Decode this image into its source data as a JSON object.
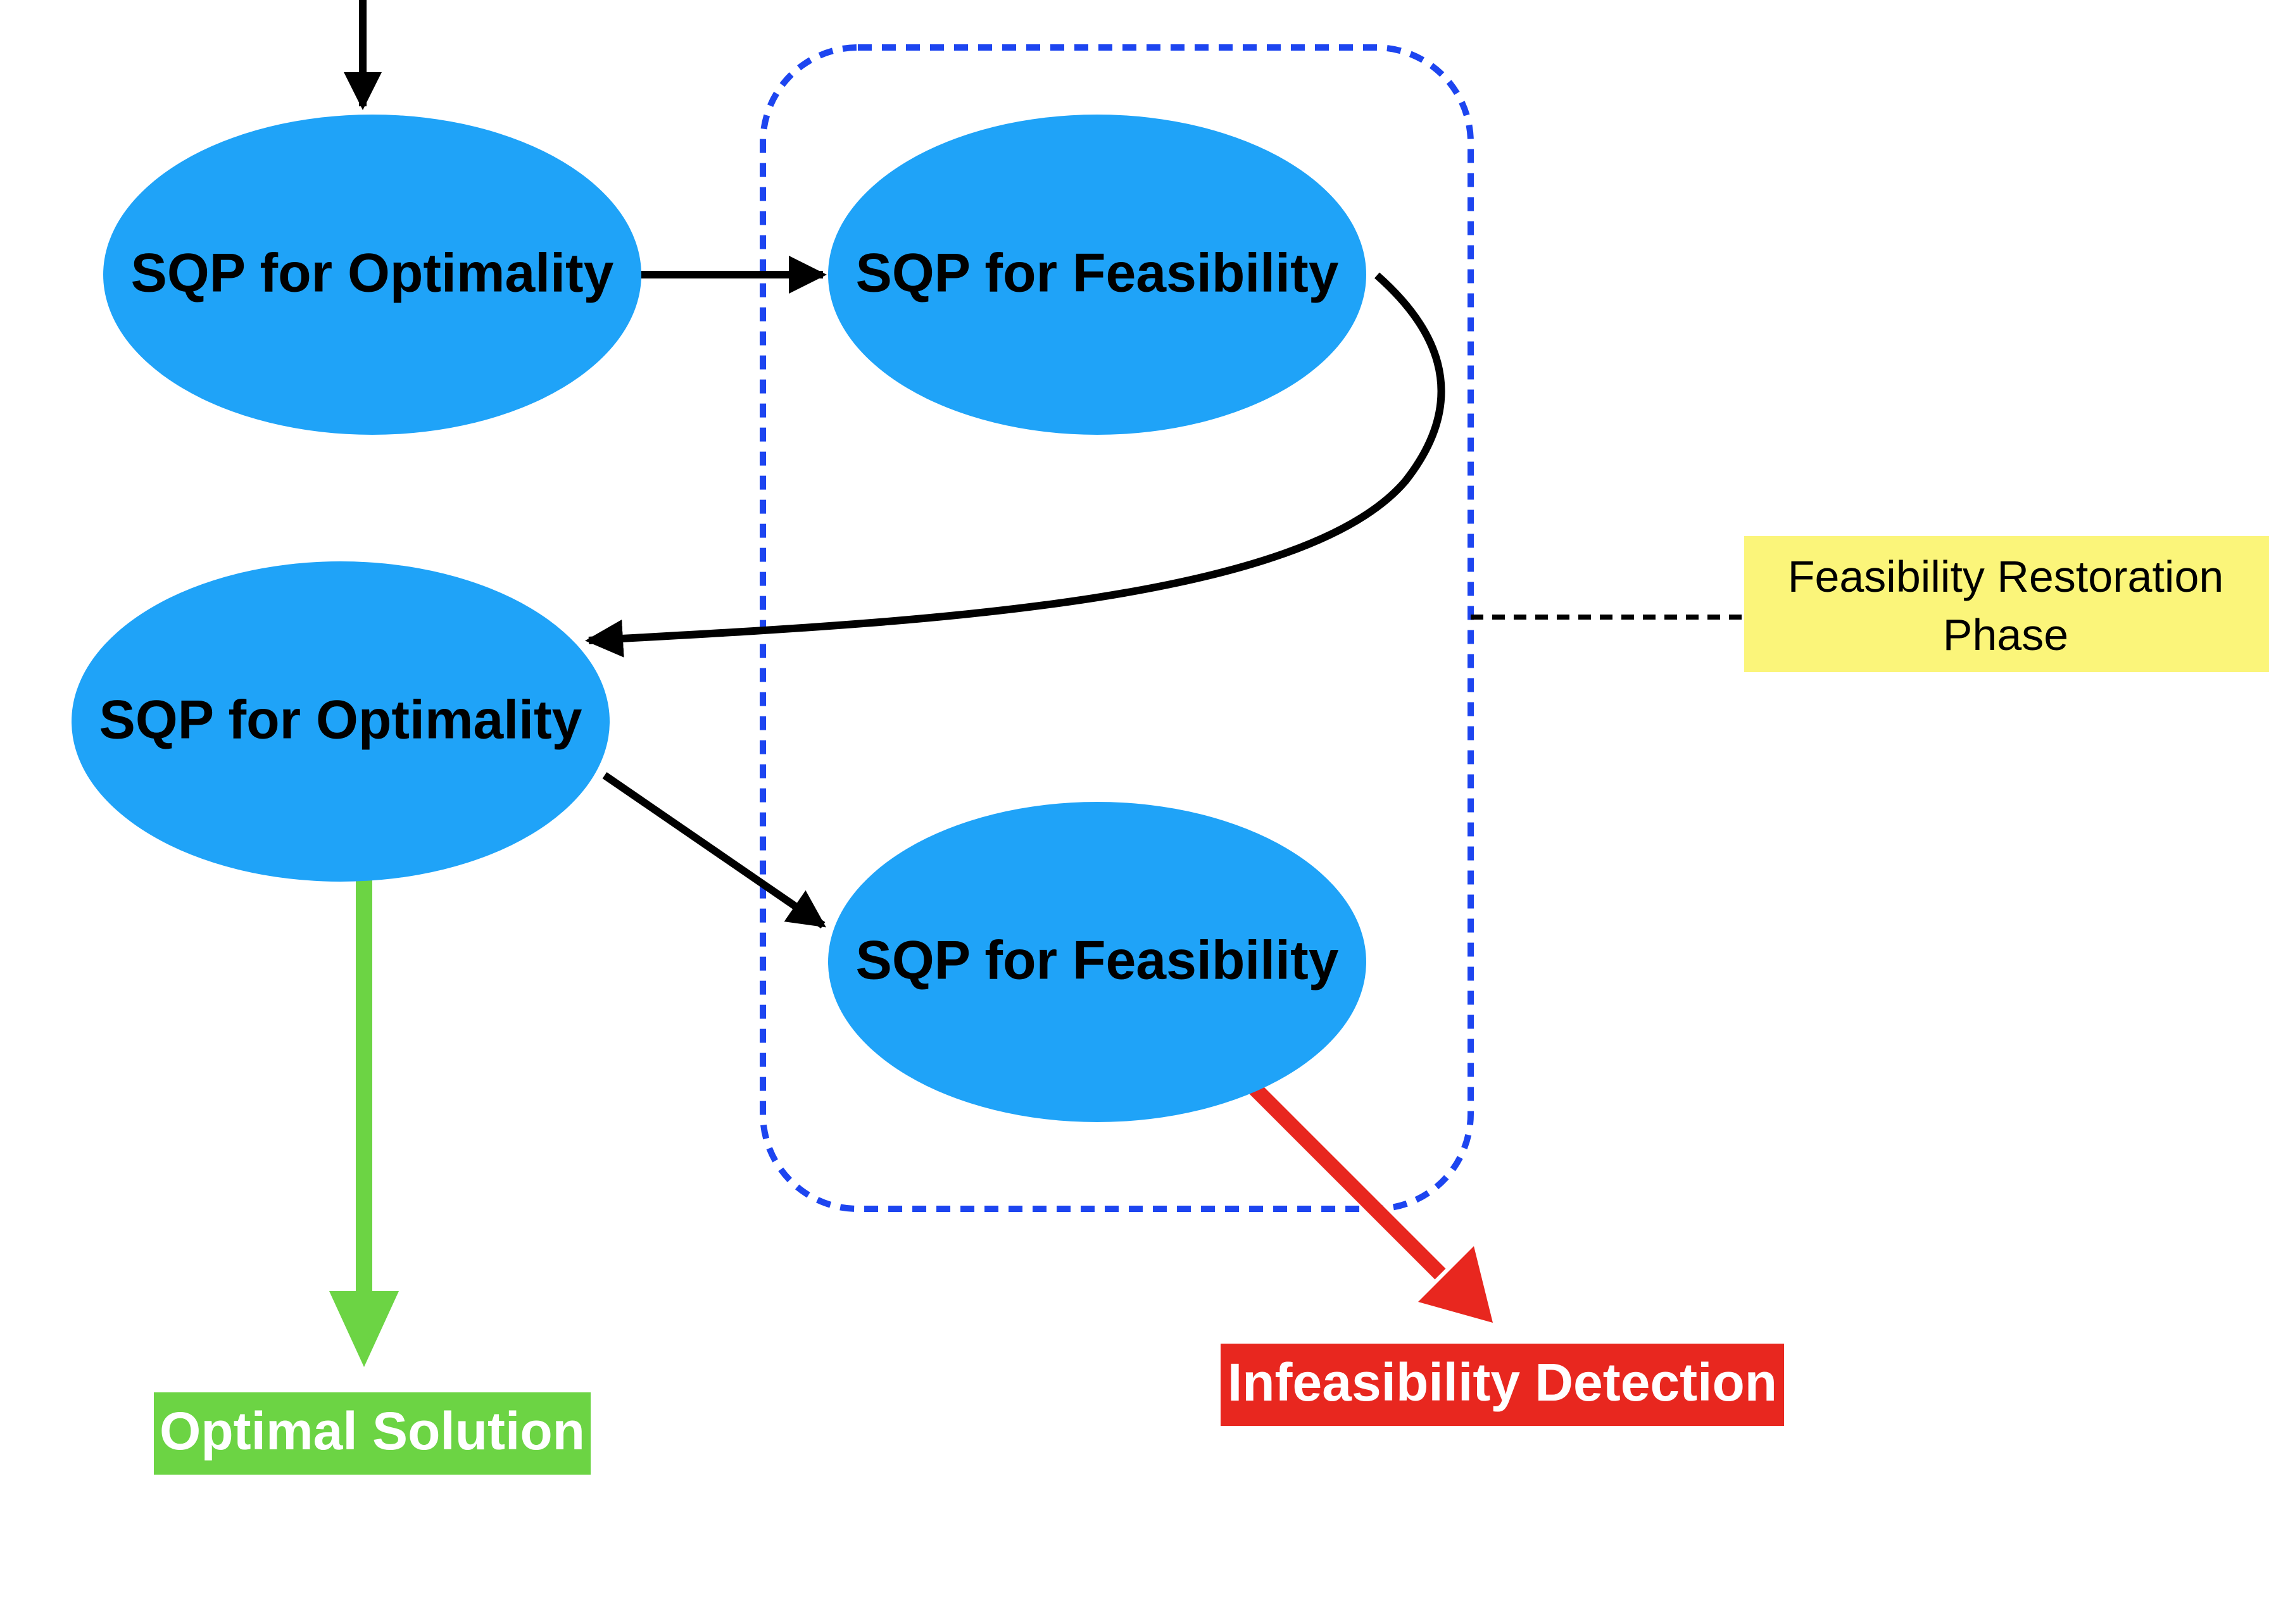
{
  "colors": {
    "node_fill": "#1fa3f8",
    "edge": "#000000",
    "group_border": "#1d45f0",
    "success": "#6cd444",
    "failure": "#e8271f",
    "note_fill": "#fbf57a"
  },
  "nodes": {
    "opt1": "SQP for Optimality",
    "feas1": "SQP for Feasibility",
    "opt2": "SQP for Optimality",
    "feas2": "SQP for Feasibility"
  },
  "outcomes": {
    "optimal": "Optimal Solution",
    "infeasible": "Infeasibility Detection"
  },
  "annotation": {
    "line1": "Feasibility Restoration",
    "line2": "Phase"
  }
}
